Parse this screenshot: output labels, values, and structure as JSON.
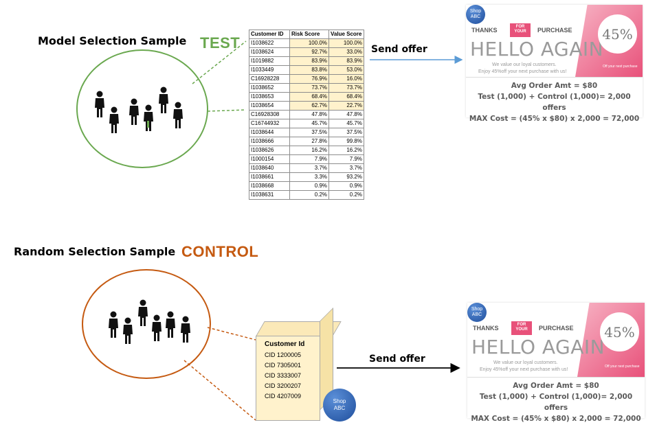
{
  "test_section": {
    "heading": "Model Selection Sample",
    "tag": "TEST",
    "table": {
      "headers": [
        "Customer ID",
        "Risk Score",
        "Value Score"
      ],
      "rows": [
        [
          "I1038622",
          "100.0%",
          "100.0%"
        ],
        [
          "I1038624",
          "92.7%",
          "33.0%"
        ],
        [
          "I1019882",
          "83.9%",
          "83.9%"
        ],
        [
          "I1033449",
          "83.8%",
          "53.0%"
        ],
        [
          "C16928228",
          "76.9%",
          "16.0%"
        ],
        [
          "I1038652",
          "73.7%",
          "73.7%"
        ],
        [
          "I1038653",
          "68.4%",
          "68.4%"
        ],
        [
          "I1038654",
          "62.7%",
          "22.7%"
        ],
        [
          "C16928308",
          "47.8%",
          "47.8%"
        ],
        [
          "C16744932",
          "45.7%",
          "45.7%"
        ],
        [
          "I1038644",
          "37.5%",
          "37.5%"
        ],
        [
          "I1038666",
          "27.8%",
          "99.8%"
        ],
        [
          "I1038626",
          "16.2%",
          "16.2%"
        ],
        [
          "I1000154",
          "7.9%",
          "7.9%"
        ],
        [
          "I1038640",
          "3.7%",
          "3.7%"
        ],
        [
          "I1038661",
          "3.3%",
          "93.2%"
        ],
        [
          "I1038668",
          "0.9%",
          "0.9%"
        ],
        [
          "I1038631",
          "0.2%",
          "0.2%"
        ]
      ],
      "highlighted_rows": 8
    },
    "send_label": "Send offer"
  },
  "control_section": {
    "heading": "Random Selection Sample",
    "tag": "CONTROL",
    "box_title": "Customer Id",
    "box_items": [
      "CID 1200005",
      "CID 7305001",
      "CID 3333007",
      "CID 3200207",
      "CID 4207009"
    ],
    "send_label": "Send offer"
  },
  "offer_card": {
    "badge_line1": "Shop",
    "badge_line2": "ABC",
    "thanks": "THANKS",
    "for_your_1": "FOR",
    "for_your_2": "YOUR",
    "purchase": "PURCHASE",
    "hello": "HELLO AGAIN",
    "loyal": "We value our loyal customers.",
    "enjoy": "Enjoy 45%off your next purchase with us!",
    "percent": "45%",
    "off_note": "Off your next purchase",
    "calc_line1": "Avg Order Amt = $80",
    "calc_line2": "Test (1,000) + Control (1,000)= 2,000 offers",
    "calc_line3": "MAX Cost = (45% x $80) x 2,000 = 72,000"
  },
  "colors": {
    "test_green": "#6aa84f",
    "control_orange": "#c55a11",
    "highlight_yellow": "#fff2cc",
    "arrow_blue": "#5b9bd5",
    "pink": "#e8517a"
  }
}
